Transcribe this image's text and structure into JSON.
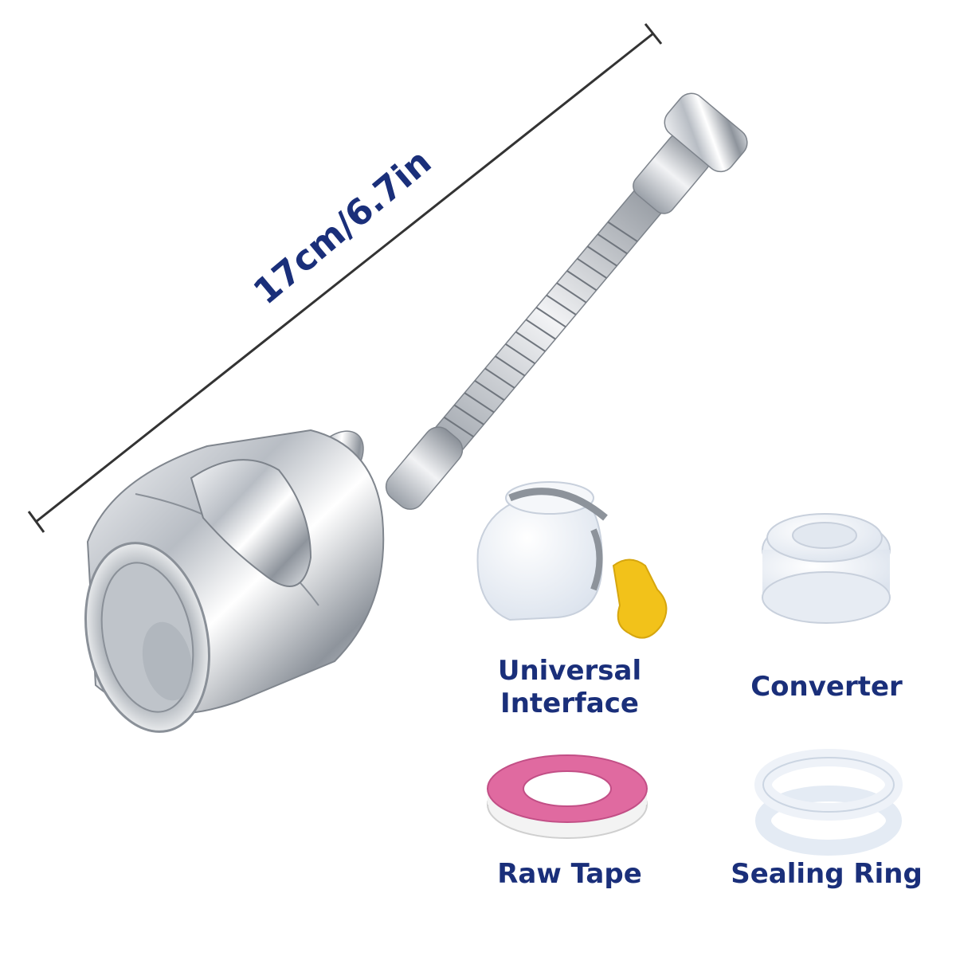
{
  "dimension": {
    "text": "17cm/6.7in"
  },
  "accessories": [
    {
      "label_line1": "Universal",
      "label_line2": "Interface"
    },
    {
      "label": "Converter"
    },
    {
      "label": "Raw Tape"
    },
    {
      "label": "Sealing Ring"
    }
  ],
  "colors": {
    "text": "#1a2f7a",
    "chrome": "#c9cdd3",
    "tape_pink": "#e06aa0",
    "key_yellow": "#f2c21a"
  }
}
